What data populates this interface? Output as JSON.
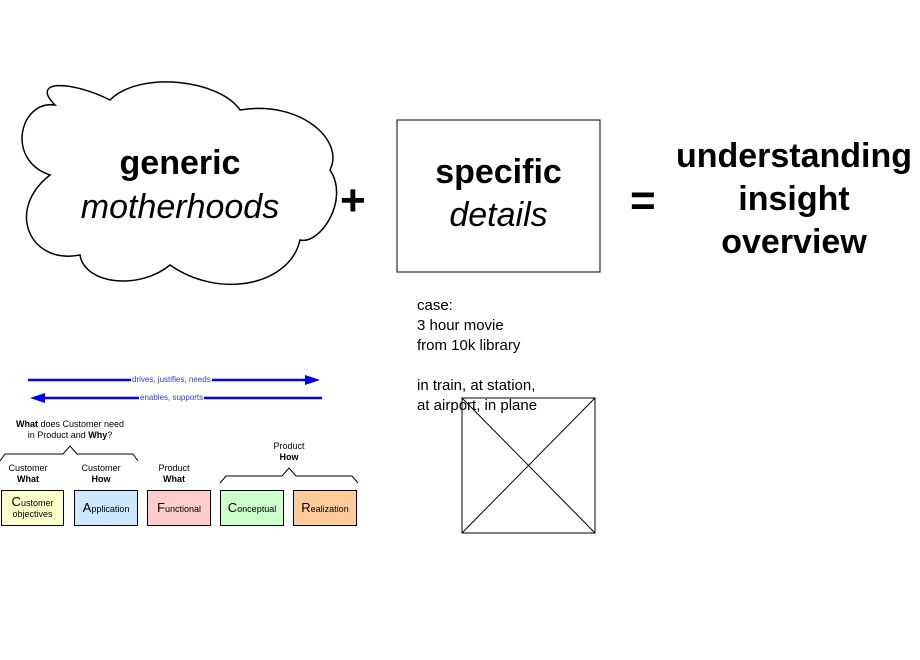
{
  "cloud": {
    "line1": "generic",
    "line2": "motherhoods"
  },
  "operators": {
    "plus": "+",
    "equals": "="
  },
  "specific_box": {
    "line1": "specific",
    "line2": "details"
  },
  "result": {
    "line1": "understanding",
    "line2": "insight",
    "line3": "overview"
  },
  "case_text": {
    "line1": "case:",
    "line2": "3 hour movie",
    "line3": "from 10k library",
    "line4": "in train, at station,",
    "line5": "at airport, in plane"
  },
  "caf_diagram": {
    "arrow_forward_label": "drives, justifies, needs",
    "arrow_backward_label": "enables, supports",
    "arrow_color": "#0000ff",
    "question": {
      "what": "What",
      "rest1": " does Customer need",
      "line2a": "in Product and ",
      "why": "Why",
      "qmark": "?"
    },
    "product_how": {
      "line1": "Product",
      "line2": "How"
    },
    "headers": [
      {
        "line1": "Customer",
        "line2": "What"
      },
      {
        "line1": "Customer",
        "line2": "How"
      },
      {
        "line1": "Product",
        "line2": "What"
      }
    ],
    "boxes": [
      {
        "initial": "C",
        "rest": "ustomer",
        "line2": "objectives",
        "color": "#ffffcc"
      },
      {
        "initial": "A",
        "rest": "pplication",
        "color": "#cce8ff"
      },
      {
        "initial": "F",
        "rest": "unctional",
        "color": "#ffcccc"
      },
      {
        "initial": "C",
        "rest": "onceptual",
        "color": "#ccffcc"
      },
      {
        "initial": "R",
        "rest": "ealization",
        "color": "#ffcc99"
      }
    ]
  }
}
